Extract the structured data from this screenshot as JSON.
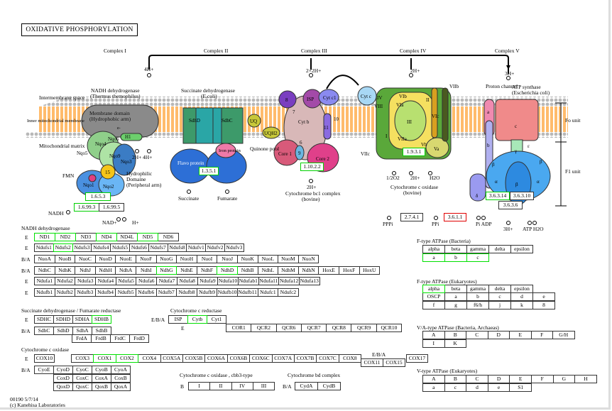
{
  "title": "OXIDATIVE PHOSPHORYLATION",
  "colors": {
    "found": "#00e000",
    "highlight_red": "#e00000",
    "membrane_lipid": "#ff9e2c",
    "head_groups": "#b8b8b8"
  },
  "complexes": [
    "Complex I",
    "Complex II",
    "Complex III",
    "Complex IV",
    "Complex V"
  ],
  "regions": {
    "intermembrane": "Intermembrane space",
    "inner_membrane": "Inner mitochondrial membrane",
    "matrix": "Mitochondrial matrix",
    "quinone_pool": "Quinone pool",
    "fo_unit": "Fo unit",
    "f1_unit": "F1 unit"
  },
  "diagram_labels": {
    "c1_name": "NADH dehydrogenase",
    "c1_org": "(Thermus themophilus)",
    "membrane_domain": "Membrane domain",
    "hydrophobic": "(Hydrophobic arm)",
    "hydrophilic1": "Hydrophilic",
    "hydrophilic2": "Domaine",
    "hydrophilic3": "(Peripheral arm)",
    "fmn": "FMN",
    "e": "e-",
    "nqo": [
      "Nqo4",
      "Nqo6",
      "Nqo5",
      "Nqo9",
      "Nqo3",
      "15",
      "Nqo1",
      "Nqo2",
      "H1"
    ],
    "c2_name": "Succinate dehydrogenase",
    "c2_org": "(E.coli)",
    "sdh": [
      "SdhD",
      "SdhC",
      "Flavo protein",
      "Iron protein"
    ],
    "uq": "UQ",
    "uqh2": "UQH2",
    "c3_sub": [
      "8",
      "ISP",
      "Cyt c1",
      "7",
      "Cyt b",
      "11",
      "10",
      "6",
      "9",
      "Core 1",
      "Core 2"
    ],
    "cytc": "Cyt c",
    "c3_name": "Cytochrome bc1 complex",
    "c3_org": "(bovine)",
    "c4_sub": [
      "IV",
      "VIII",
      "VIb",
      "VIa",
      "III",
      "II",
      "VIc",
      "VIIb",
      "I",
      "VIIa",
      "Vb",
      "Va",
      "VIIc"
    ],
    "c4_name": "Cytochrome c oxidase",
    "c4_org": "(bovine)",
    "c5_sub": [
      "a",
      "c",
      "b",
      "γ",
      "ε",
      "β",
      "β",
      "α",
      "β",
      "α",
      "δ"
    ],
    "proton_channel": "Proton channel",
    "c5_name": "ATP synthase",
    "c5_org": "(Escherichia coli)",
    "compounds": {
      "h4a": "4H+",
      "h2": "2H+",
      "h4b": "4H+",
      "h2x2": "2×2H+",
      "h2c3": "2H+",
      "h2c4top": "2H+",
      "h2c4": "2H+",
      "o2": "1/2O2",
      "h2o": "H2O",
      "h3top": "3H+",
      "h3": "3H+",
      "nadh": "NADH",
      "nad": "NAD+",
      "hplus": "H+",
      "succinate": "Succinate",
      "fumarate": "Fumarate",
      "pppi": "PPPi",
      "ppi": "PPi",
      "pi_adp": "Pi ADP",
      "atp_h2o": "ATP H2O"
    }
  },
  "enzymes": [
    {
      "label": "1.6.5.3",
      "status": "found"
    },
    {
      "label": "1.6.99.3",
      "status": "found"
    },
    {
      "label": "1.6.99.5",
      "status": "none"
    },
    {
      "label": "1.3.5.1",
      "status": "found"
    },
    {
      "label": "1.10.2.2",
      "status": "found"
    },
    {
      "label": "1.9.3.1",
      "status": "found"
    },
    {
      "label": "3.6.3.14",
      "status": "found"
    },
    {
      "label": "3.6.3.10",
      "status": "none"
    },
    {
      "label": "3.6.3.6",
      "status": "none"
    },
    {
      "label": "2.7.4.1",
      "status": "none"
    },
    {
      "label": "3.6.1.1",
      "status": "red"
    }
  ],
  "groups": [
    {
      "title": "NADH dehydrogenase",
      "rows": [
        {
          "prefix": "E",
          "cells": [
            "ND1",
            "ND2",
            "ND3",
            "ND4",
            "ND4L",
            "ND5",
            "ND6"
          ],
          "found": [
            "ND1",
            "ND2",
            "ND4",
            "ND5"
          ]
        },
        {
          "prefix": "E",
          "cells": [
            "Ndufs1",
            "Ndufs2",
            "Ndufs3",
            "Ndufs4",
            "Ndufs5",
            "Ndufs6",
            "Ndufs7",
            "Ndufs8",
            "Ndufv1",
            "Ndufv2",
            "Ndufv3"
          ],
          "found": [
            "Ndufs2"
          ]
        },
        {
          "prefix": "B/A",
          "cells": [
            "NuoA",
            "NuoB",
            "NuoC",
            "NuoD",
            "NuoE",
            "NuoF",
            "NuoG",
            "NuoH",
            "NuoI",
            "NuoJ",
            "NuoK",
            "NuoL",
            "NuoM",
            "NuoN"
          ],
          "found": []
        },
        {
          "prefix": "B/A",
          "cells": [
            "NdhC",
            "NdhK",
            "NdhJ",
            "NdhH",
            "NdhA",
            "NdhI",
            "NdhG",
            "NdhE",
            "NdhF",
            "NdhD",
            "NdhB",
            "NdhL",
            "NdhM",
            "NdhN",
            "HoxE",
            "HoxF",
            "HoxU"
          ],
          "found": [
            "NdhG",
            "NdhD"
          ]
        },
        {
          "prefix": "E",
          "cells": [
            "Ndufa1",
            "Ndufa2",
            "Ndufa3",
            "Ndufa4",
            "Ndufa5",
            "Ndufa6",
            "Ndufa7",
            "Ndufa8",
            "Ndufa9",
            "Ndufa10",
            "Ndufab1",
            "Ndufa11",
            "Ndufa12",
            "Ndufa13"
          ],
          "found": []
        },
        {
          "prefix": "E",
          "cells": [
            "Ndufb1",
            "Ndufb2",
            "Ndufb3",
            "Ndufb4",
            "Ndufb5",
            "Ndufb6",
            "Ndufb7",
            "Ndufb8",
            "Ndufb9",
            "Ndufb10",
            "Ndufb11",
            "Ndufc1",
            "Ndufc2"
          ],
          "found": []
        }
      ]
    },
    {
      "title": "Succinate dehydrogenase / Fumarate reductase",
      "rows": [
        {
          "prefix": "E",
          "cells": [
            "SDHC",
            "SDHD",
            "SDHA",
            "SDHB"
          ],
          "found": [
            "SDHB"
          ]
        },
        {
          "prefix": "B/A",
          "cells": [
            "SdhC",
            "SdhD",
            "SdhA",
            "SdhB"
          ],
          "found": []
        },
        {
          "prefix": "",
          "cells": [
            "FrdA",
            "FrdB",
            "FrdC",
            "FrdD"
          ],
          "found": []
        }
      ]
    },
    {
      "title": "Cytochrome c reductase",
      "rows": [
        {
          "prefix": "E/B/A",
          "cells": [
            "ISP",
            "Cytb",
            "Cyt1"
          ],
          "found": [
            "Cytb"
          ]
        },
        {
          "prefix": "E",
          "cells": [
            "COR1",
            "QCR2",
            "QCR6",
            "QCR7",
            "QCR8",
            "QCR9",
            "QCR10"
          ],
          "found": []
        }
      ]
    },
    {
      "title": "Cytochrome c oxidase",
      "rows": [
        {
          "prefix": "E",
          "cells": [
            "COX10"
          ],
          "found": []
        },
        {
          "prefix": "",
          "cells": [
            "COX3",
            "COX1",
            "COX2",
            "COX4",
            "COX5A",
            "COX5B",
            "COX6A",
            "COX6B",
            "COX6C",
            "COX7A",
            "COX7B",
            "COX7C",
            "COX8"
          ],
          "found": [
            "COX1",
            "COX2"
          ]
        },
        {
          "prefix": "E/B/A",
          "cells": [
            "COX11",
            "COX15"
          ],
          "found": []
        },
        {
          "prefix": "",
          "cells": [
            "COX17"
          ],
          "found": []
        },
        {
          "prefix": "B/A",
          "cells": [
            "CyoE",
            "CyoD",
            "CyoC",
            "CyoB",
            "CyoA"
          ],
          "found": []
        },
        {
          "prefix": "",
          "cells": [
            "CoxD",
            "CoxC",
            "CoxA",
            "CoxB"
          ],
          "found": []
        },
        {
          "prefix": "",
          "cells": [
            "QoxD",
            "QoxC",
            "QoxB",
            "QoxA"
          ],
          "found": []
        }
      ]
    },
    {
      "title": "Cytochrome c oxidase , cbb3-type",
      "rows": [
        {
          "prefix": "B",
          "cells": [
            "I",
            "II",
            "IV",
            "III"
          ],
          "found": []
        }
      ]
    },
    {
      "title": "Cytochrome bd complex",
      "rows": [
        {
          "prefix": "B/A",
          "cells": [
            "CydA",
            "CydB"
          ],
          "found": []
        }
      ]
    },
    {
      "title": "F-type ATPase (Bacteria)",
      "rows": [
        {
          "prefix": "",
          "cells": [
            "alpha",
            "beta",
            "gamma",
            "delta",
            "epsilon"
          ],
          "found": []
        },
        {
          "prefix": "",
          "cells": [
            "a",
            "b",
            "c"
          ],
          "found": [
            "a",
            "b",
            "c"
          ]
        }
      ]
    },
    {
      "title": "F-type ATPase (Eukaryotes)",
      "rows": [
        {
          "prefix": "",
          "cells": [
            "alpha",
            "beta",
            "gamma",
            "delta",
            "epsilon"
          ],
          "found": [
            "alpha"
          ]
        },
        {
          "prefix": "",
          "cells": [
            "OSCP",
            "a",
            "b",
            "c",
            "d",
            "e"
          ],
          "found": []
        },
        {
          "prefix": "",
          "cells": [
            "f",
            "g",
            "f6/h",
            "j",
            "k",
            "8"
          ],
          "found": []
        }
      ]
    },
    {
      "title": "V/A-type ATPase (Bacteria, Archaeas)",
      "rows": [
        {
          "prefix": "",
          "cells": [
            "A",
            "B",
            "C",
            "D",
            "E",
            "F",
            "G/H"
          ],
          "found": []
        },
        {
          "prefix": "",
          "cells": [
            "I",
            "K"
          ],
          "found": []
        }
      ]
    },
    {
      "title": "V-type ATPase (Eukaryotes)",
      "rows": [
        {
          "prefix": "",
          "cells": [
            "A",
            "B",
            "C",
            "D",
            "E",
            "F",
            "G",
            "H"
          ],
          "found": []
        },
        {
          "prefix": "",
          "cells": [
            "a",
            "c",
            "d",
            "e",
            "S1"
          ],
          "found": []
        }
      ]
    }
  ],
  "footer": {
    "map_id": "00190 5/7/14",
    "copyright": "(c) Kanehisa Laboratories"
  }
}
